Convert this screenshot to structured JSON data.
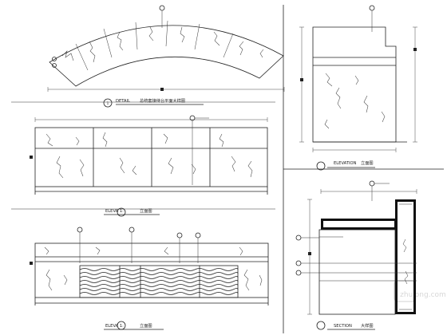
{
  "drawing": {
    "top_view": {
      "number": "1",
      "scale": "DETAIL",
      "title": "总统套接待台平面大样图"
    },
    "front_elevation": {
      "number": "",
      "scale": "ELEVA 1:",
      "title": "立面图"
    },
    "back_elevation": {
      "number": "",
      "scale": "ELEVA 1:",
      "title": "立面图"
    },
    "side_elevation": {
      "number": "",
      "scale": "ELEVATION",
      "title": "立面图"
    },
    "section": {
      "number": "",
      "scale": "SECTION",
      "title": "大样图"
    }
  },
  "watermark": {
    "text": "zhulong.com"
  }
}
